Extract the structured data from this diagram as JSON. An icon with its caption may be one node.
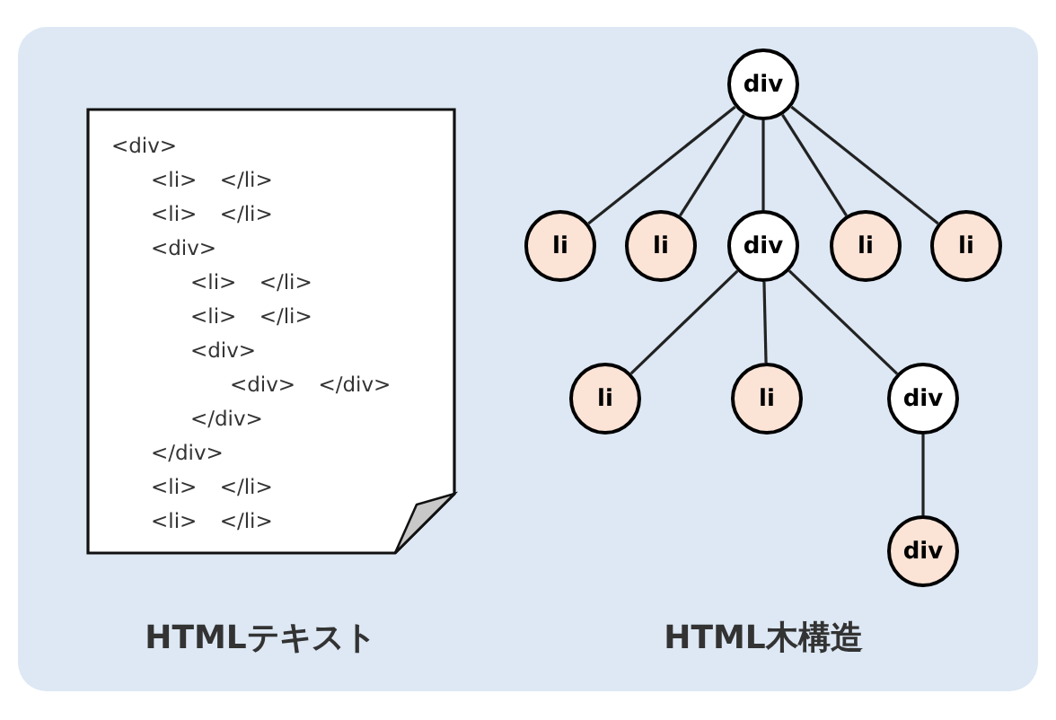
{
  "diagram": {
    "nodes": [
      {
        "text": [
          "<div>",
          "<li> </li>",
          "<li> </li>",
          "<div>",
          "<li> </li>",
          "<li> </li>",
          "<div>",
          "<div> </div>",
          "</div>",
          "</div>",
          "<li> </li>",
          "<li> </li>"
        ]
      },
      {
        "text": [
          "div"
        ]
      },
      {
        "text": [
          "li"
        ]
      },
      {
        "text": [
          "li"
        ]
      },
      {
        "text": [
          "div"
        ]
      },
      {
        "text": [
          "li"
        ]
      },
      {
        "text": [
          "li"
        ]
      },
      {
        "text": [
          "li"
        ]
      },
      {
        "text": [
          "li"
        ]
      },
      {
        "text": [
          "div"
        ]
      },
      {
        "text": [
          "div"
        ]
      }
    ],
    "edges": [
      {
        "from": 1,
        "to": 2,
        "arrow": "none"
      },
      {
        "from": 1,
        "to": 3,
        "arrow": "none"
      },
      {
        "from": 1,
        "to": 4,
        "arrow": "none"
      },
      {
        "from": 1,
        "to": 5,
        "arrow": "none"
      },
      {
        "from": 1,
        "to": 6,
        "arrow": "none"
      },
      {
        "from": 4,
        "to": 7,
        "arrow": "none"
      },
      {
        "from": 4,
        "to": 8,
        "arrow": "none"
      },
      {
        "from": 4,
        "to": 9,
        "arrow": "none"
      },
      {
        "from": 9,
        "to": 10,
        "arrow": "none"
      }
    ],
    "labels": [
      "HTMLテキスト",
      "HTML木構造"
    ]
  }
}
